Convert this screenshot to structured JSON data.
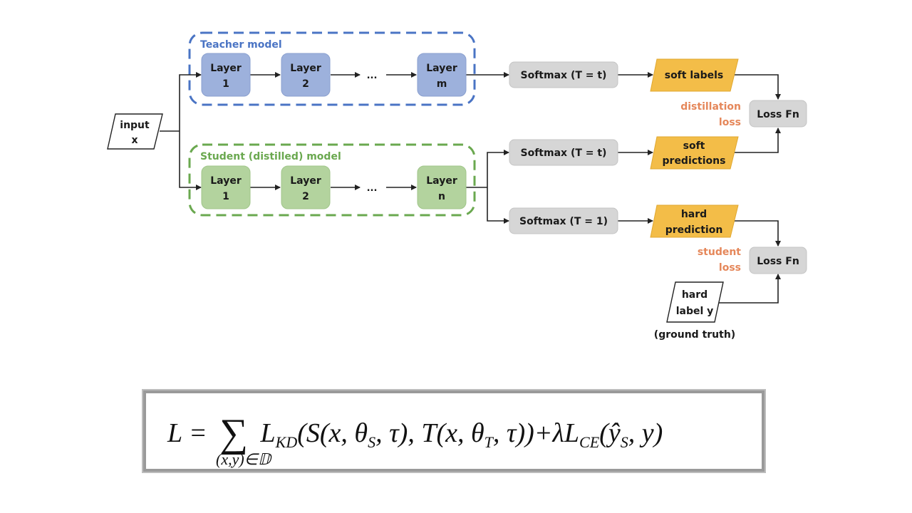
{
  "diagram": {
    "input": {
      "line1": "input",
      "line2": "x"
    },
    "teacher": {
      "title": "Teacher model",
      "color": "#4a74c4",
      "layer_fill": "#9db1dc",
      "layers": [
        {
          "line1": "Layer",
          "line2": "1"
        },
        {
          "line1": "Layer",
          "line2": "2"
        },
        {
          "line1": "Layer",
          "line2": "m"
        }
      ],
      "ellipsis": "..."
    },
    "student": {
      "title": "Student (distilled) model",
      "color": "#6aa84f",
      "layer_fill": "#b3d39e",
      "layers": [
        {
          "line1": "Layer",
          "line2": "1"
        },
        {
          "line1": "Layer",
          "line2": "2"
        },
        {
          "line1": "Layer",
          "line2": "n"
        }
      ],
      "ellipsis": "..."
    },
    "softmax": [
      {
        "label": "Softmax (T = t)"
      },
      {
        "label": "Softmax (T = t)"
      },
      {
        "label": "Softmax (T = 1)"
      }
    ],
    "outputs": [
      {
        "line1": "soft labels",
        "line2": ""
      },
      {
        "line1": "soft",
        "line2": "predictions"
      },
      {
        "line1": "hard",
        "line2": "prediction"
      }
    ],
    "output_fill": "#f3bd48",
    "loss_fn": [
      {
        "label": "Loss Fn"
      },
      {
        "label": "Loss Fn"
      }
    ],
    "loss_labels": [
      {
        "line1": "distillation",
        "line2": "loss"
      },
      {
        "line1": "student",
        "line2": "loss"
      }
    ],
    "loss_label_color": "#e5875a",
    "hard_label": {
      "line1": "hard",
      "line2": "label y",
      "caption": "(ground truth)"
    }
  },
  "formula": {
    "lhs": "L =",
    "sigma": "∑",
    "range": "(x,y)∈𝔻",
    "kd": "L",
    "kd_sub": "KD",
    "kd_args": "(S(x, θ",
    "s_sub": "S",
    "mid": ", τ), T(x, θ",
    "t_sub": "T",
    "end": ", τ))+λL",
    "ce_sub": "CE",
    "ce_args": "(ŷ",
    "ys_sub": "S",
    "tail": ", y)"
  }
}
